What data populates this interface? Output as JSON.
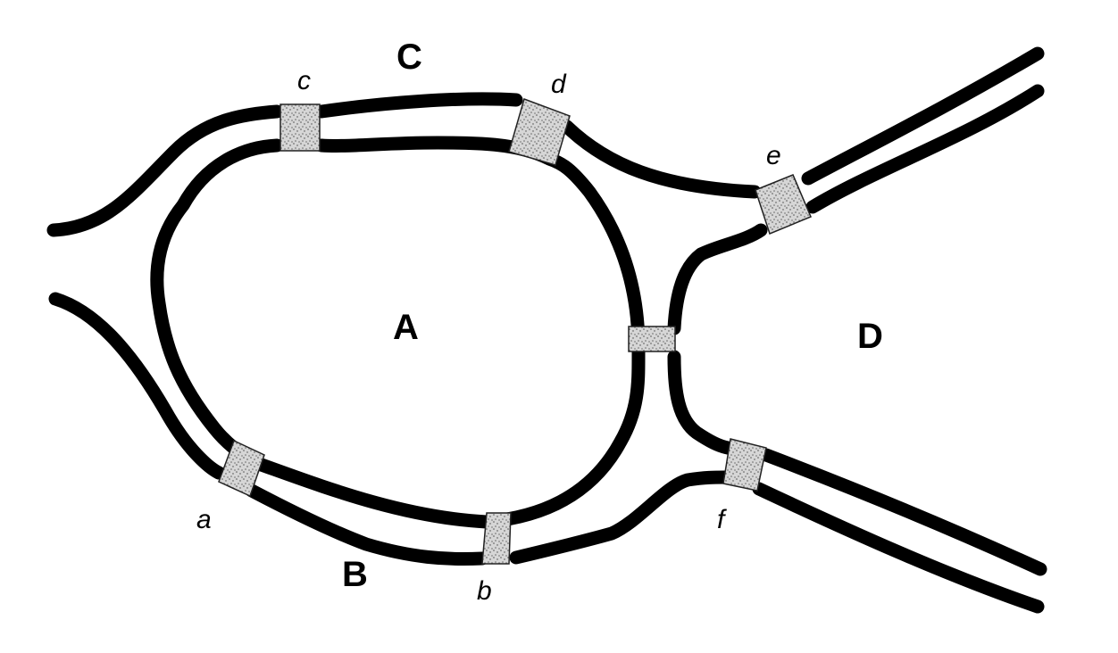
{
  "regions": {
    "A": "A",
    "B": "B",
    "C": "C",
    "D": "D"
  },
  "bridges": {
    "a": "a",
    "b": "b",
    "c": "c",
    "d": "d",
    "e": "e",
    "f": "f"
  },
  "colors": {
    "river_bank": "#000000",
    "bridge_fill": "#cfcfcf",
    "background": "#ffffff"
  }
}
